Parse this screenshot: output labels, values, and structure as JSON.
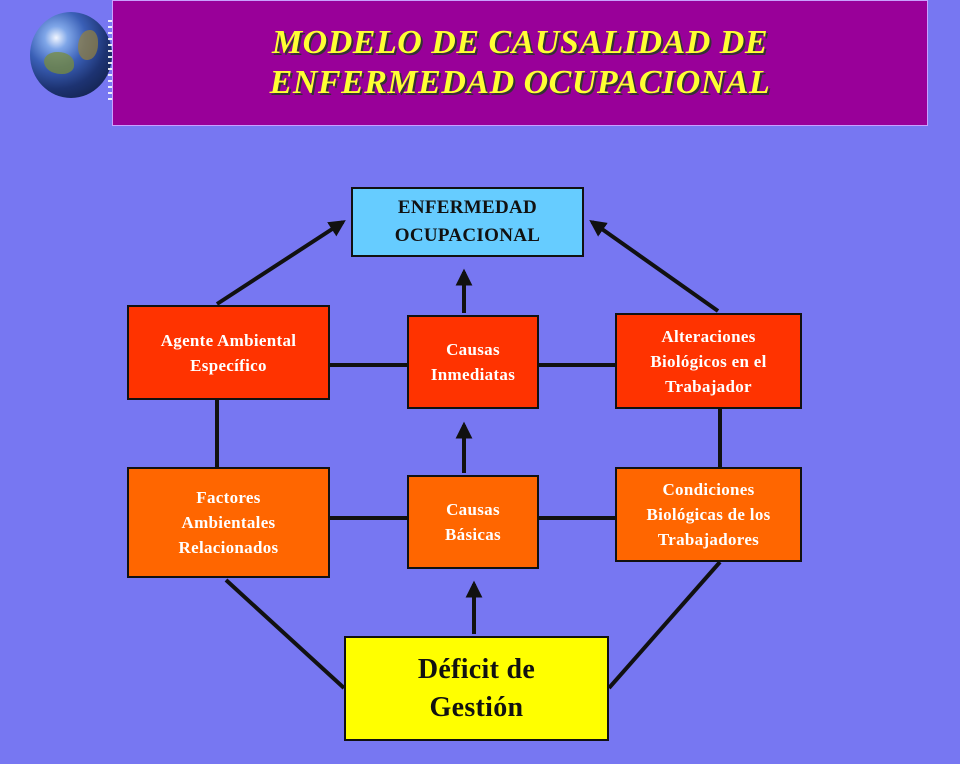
{
  "header": {
    "title_lines": [
      "MODELO DE CAUSALIDAD DE",
      "ENFERMEDAD OCUPACIONAL"
    ]
  },
  "boxes": {
    "enfermedad": [
      "ENFERMEDAD",
      "OCUPACIONAL"
    ],
    "agente": [
      "Agente Ambiental",
      "Específico"
    ],
    "inmediatas": [
      "Causas",
      "Inmediatas"
    ],
    "alteraciones": [
      "Alteraciones",
      "Biológicos en el",
      "Trabajador"
    ],
    "factores": [
      "Factores",
      "Ambientales",
      "Relacionados"
    ],
    "basicas": [
      "Causas",
      "Básicas"
    ],
    "condiciones": [
      "Condiciones",
      "Biológicas de los",
      "Trabajadores"
    ],
    "deficit": [
      "Déficit de",
      "Gestión"
    ]
  },
  "colors": {
    "background": "#7777f2",
    "title_bg": "#990099",
    "title_text": "#ffff33",
    "target_box": "#66ccff",
    "immediate_boxes": "#ff3300",
    "basic_boxes": "#ff6600",
    "root_box": "#ffff00"
  },
  "icons": {
    "logo": "globe-icon"
  }
}
